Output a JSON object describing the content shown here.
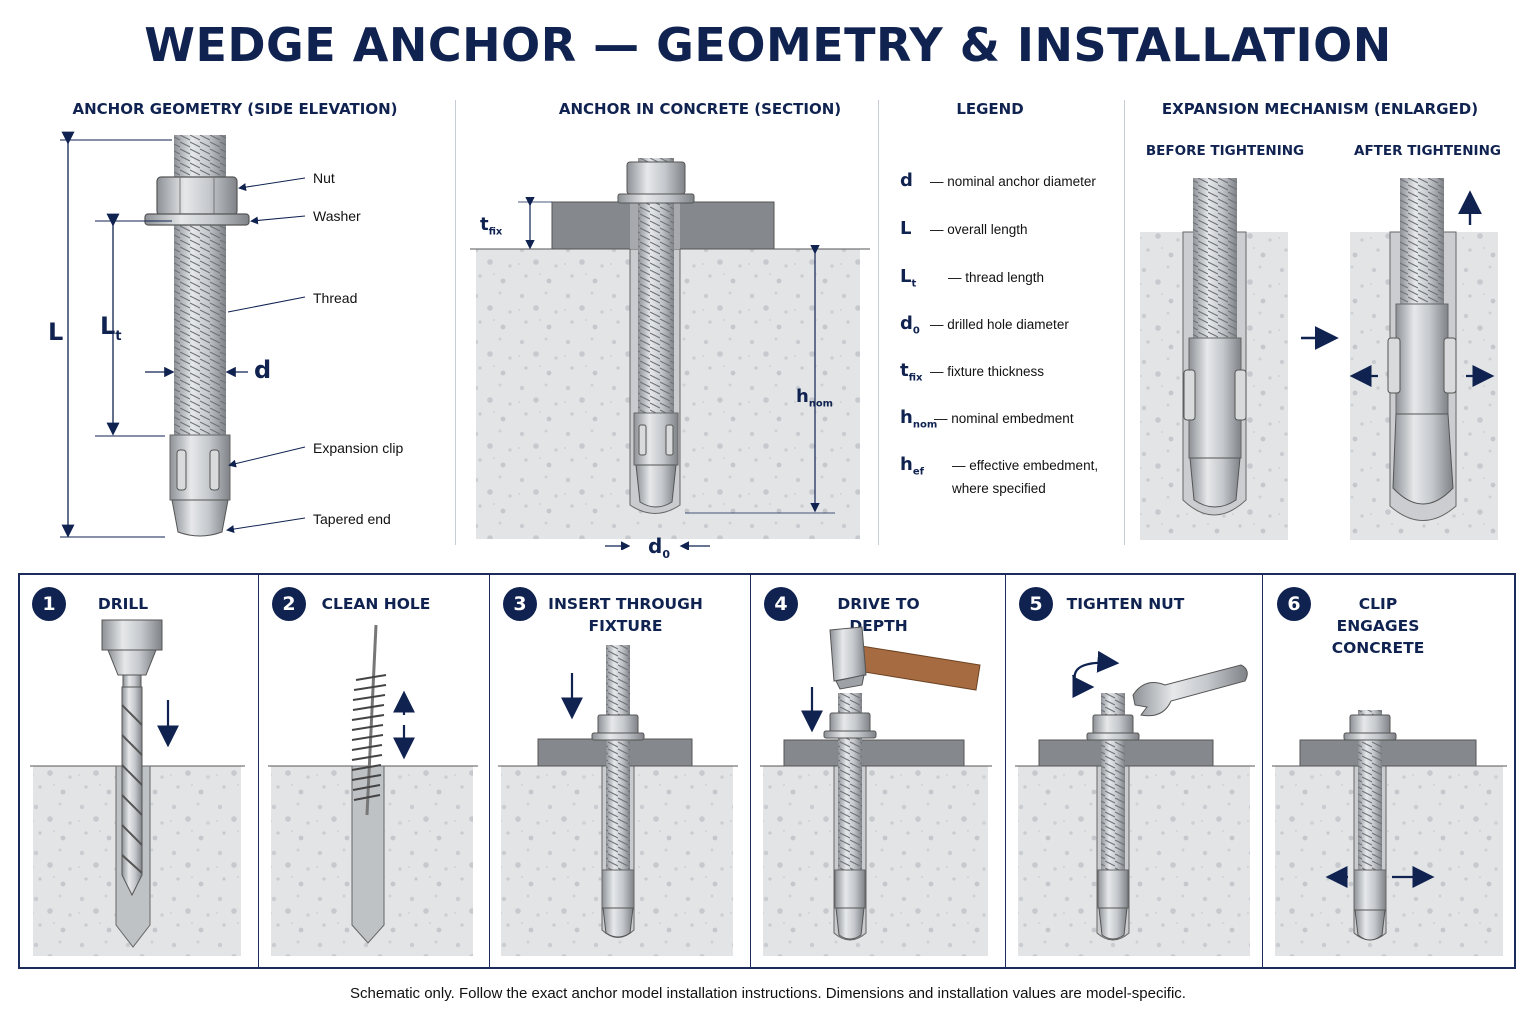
{
  "title": "WEDGE ANCHOR — GEOMETRY & INSTALLATION",
  "sections": {
    "geometry": "ANCHOR GEOMETRY (SIDE ELEVATION)",
    "section": "ANCHOR IN CONCRETE (SECTION)",
    "legend": "LEGEND",
    "mechanism": "EXPANSION MECHANISM (ENLARGED)"
  },
  "geometry_labels": {
    "nut": "Nut",
    "washer": "Washer",
    "thread": "Thread",
    "clip": "Expansion clip",
    "tapered": "Tapered end"
  },
  "dims": {
    "L": "L",
    "Lt": "L",
    "Lt_sub": "t",
    "d": "d",
    "tfix": "t",
    "tfix_sub": "fix",
    "hnom": "h",
    "hnom_sub": "nom",
    "d0": "d",
    "d0_sub": "0"
  },
  "legend": [
    {
      "sym": "d",
      "sub": "",
      "desc": "— nominal anchor diameter"
    },
    {
      "sym": "L",
      "sub": "",
      "desc": "— overall length"
    },
    {
      "sym": "L",
      "sub": "t",
      "desc": "— thread length"
    },
    {
      "sym": "d",
      "sub": "0",
      "desc": "— drilled hole diameter"
    },
    {
      "sym": "t",
      "sub": "fix",
      "desc": "— fixture thickness"
    },
    {
      "sym": "h",
      "sub": "nom",
      "desc": "— nominal embedment"
    },
    {
      "sym": "h",
      "sub": "ef",
      "desc": "— effective embedment,",
      "desc2": "where specified"
    }
  ],
  "mechanism": {
    "before": "BEFORE TIGHTENING",
    "after": "AFTER TIGHTENING"
  },
  "steps": [
    {
      "num": "1",
      "line1": "DRILL",
      "line2": ""
    },
    {
      "num": "2",
      "line1": "CLEAN HOLE",
      "line2": ""
    },
    {
      "num": "3",
      "line1": "INSERT THROUGH",
      "line2": "FIXTURE"
    },
    {
      "num": "4",
      "line1": "DRIVE TO DEPTH",
      "line2": ""
    },
    {
      "num": "5",
      "line1": "TIGHTEN NUT",
      "line2": ""
    },
    {
      "num": "6",
      "line1": "CLIP ENGAGES",
      "line2": "CONCRETE"
    }
  ],
  "footer": "Schematic only. Follow the exact anchor model installation instructions. Dimensions and installation values are model-specific.",
  "colors": {
    "navy": "#0f2250",
    "concrete": "#e4e6e8",
    "steel": "#b9bdc2",
    "fixture": "#8a8d91"
  }
}
